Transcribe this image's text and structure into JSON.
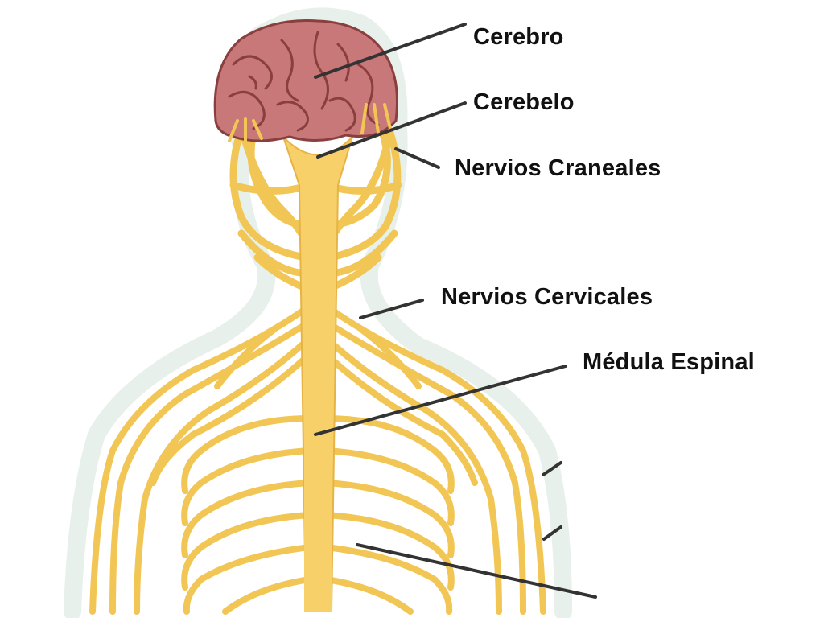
{
  "labels": {
    "cerebro": "Cerebro",
    "cerebelo": "Cerebelo",
    "nervios_craneales": "Nervios Craneales",
    "nervios_cervicales": "Nervios Cervicales",
    "medula_espinal": "Médula Espinal"
  },
  "colors": {
    "brain": "#c87878",
    "brain_outline": "#8a3f3f",
    "nerve": "#f7d06a",
    "nerve_dark": "#e6b445",
    "halo": "#e7f0ea",
    "leader_line": "#333333",
    "text": "#111111"
  }
}
